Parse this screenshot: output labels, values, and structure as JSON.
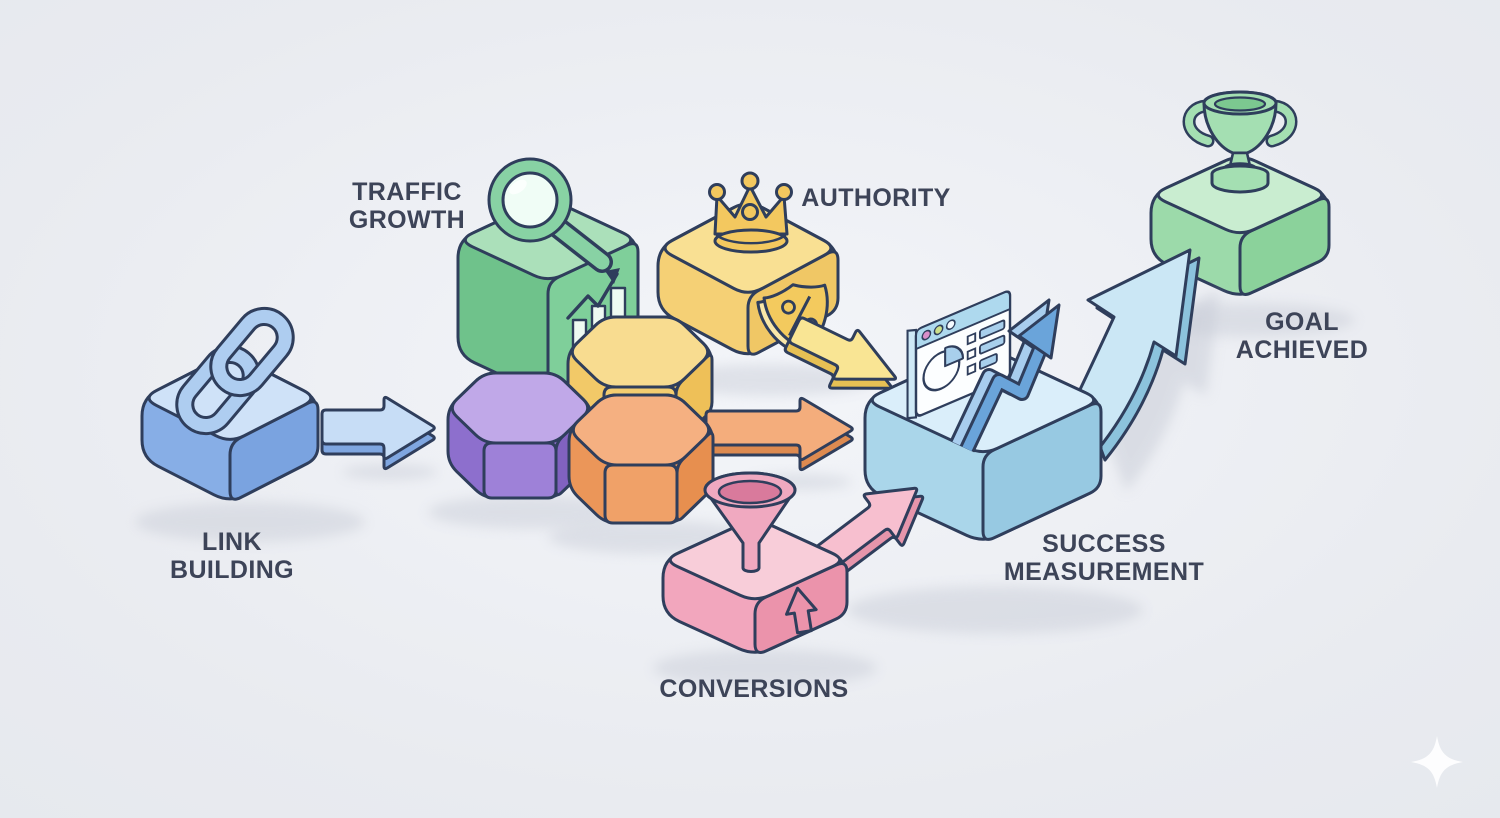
{
  "diagram": {
    "nodes": [
      {
        "id": "link-building",
        "lines": [
          "LINK",
          "BUILDING"
        ],
        "shape": "cube",
        "icons": [
          "chain-link-icon"
        ]
      },
      {
        "id": "traffic-growth",
        "lines": [
          "TRAFFIC",
          "GROWTH"
        ],
        "shape": "cube",
        "icons": [
          "magnifier-icon",
          "growth-bars-icon"
        ]
      },
      {
        "id": "authority",
        "lines": [
          "AUTHORITY"
        ],
        "shape": "cube",
        "icons": [
          "crown-icon",
          "shield-percent-icon"
        ]
      },
      {
        "id": "conversions",
        "lines": [
          "CONVERSIONS"
        ],
        "shape": "cube",
        "icons": [
          "funnel-icon",
          "up-arrow-icon"
        ]
      },
      {
        "id": "success-measurement",
        "lines": [
          "SUCCESS",
          "MEASUREMENT"
        ],
        "shape": "cube",
        "icons": [
          "browser-window-icon",
          "trend-arrow-icon"
        ]
      },
      {
        "id": "goal-achieved",
        "lines": [
          "GOAL",
          "ACHIEVED"
        ],
        "shape": "cube",
        "icons": [
          "trophy-icon"
        ]
      }
    ],
    "decorations": [
      {
        "id": "hex-purple",
        "shape": "hexagonal-prism"
      },
      {
        "id": "hex-yellow",
        "shape": "hexagonal-prism"
      },
      {
        "id": "hex-orange",
        "shape": "hexagonal-prism"
      }
    ],
    "edges": [
      {
        "id": "link-to-pipeline",
        "style": "straight-right",
        "color_key": "link_arrow"
      },
      {
        "id": "authority-to-success",
        "style": "straight-down-right",
        "color_key": "authority_arrow"
      },
      {
        "id": "pipeline-to-success",
        "style": "straight-right",
        "color_key": "hex_arrow"
      },
      {
        "id": "conversions-to-success",
        "style": "straight-up-right",
        "color_key": "conversions_arrow"
      },
      {
        "id": "success-to-goal",
        "style": "curved-up-right",
        "color_key": "success_arrow"
      }
    ],
    "watermark": "sparkle-icon",
    "palette": {
      "background": "#e9ebf0",
      "outline": "#2f3e5c",
      "label": "#3d4458",
      "shadow": "#c6cad5",
      "link_cube": {
        "top": "#cfe2f8",
        "left": "#87aee6",
        "right": "#7aa3e0"
      },
      "link_arrow": {
        "top": "#c7ddf6",
        "side": "#7fa6e0"
      },
      "chain": "#aecdf0",
      "growth_cube": {
        "top": "#abe0ba",
        "left": "#6fc28b",
        "right": "#7fcf9a"
      },
      "growth_bars": "#eefaf2",
      "magnifier": {
        "ring": "#88d2a4",
        "lens": "#f0fdf6"
      },
      "authority_cube": {
        "top": "#f9e093",
        "left": "#f5d075",
        "right": "#f0c765"
      },
      "crown": "#f3c85f",
      "shield": "#f3ca5e",
      "shield_side": "#f9e7a8",
      "authority_arrow": {
        "top": "#f9e594",
        "side": "#e6c054"
      },
      "hex_purple": {
        "top": "#c0a8e8",
        "left": "#8d6fcd",
        "front": "#9e81d8",
        "right": "#8162c0"
      },
      "hex_yellow": {
        "top": "#f8dc90",
        "left": "#f2c968",
        "front": "#f4cd70",
        "right": "#eec058"
      },
      "hex_orange": {
        "top": "#f5b081",
        "left": "#eb9659",
        "front": "#f0a168",
        "right": "#e78f4f"
      },
      "hex_arrow": {
        "top": "#f4ad7c",
        "side": "#dd8a50"
      },
      "conversions_cube": {
        "top": "#f8cdd9",
        "left": "#f2a6bd",
        "right": "#eb93ab"
      },
      "funnel": {
        "body": "#f0a9c0",
        "inner": "#d97a9c"
      },
      "conversions_arrow": {
        "top": "#f7bfcf",
        "side": "#e695ab"
      },
      "success_cube": {
        "top": "#daeefa",
        "left": "#aad6ea",
        "right": "#97c9e2"
      },
      "browser": {
        "frame": "#cfe9f6",
        "header": "#aed9ee",
        "body": "#fcfeff",
        "dot1": "#d98ec8",
        "dot2": "#cde08a",
        "dot3": "#f6fbff",
        "chart": "#a8cfec"
      },
      "trend": {
        "main": "#6aa4da",
        "side": "#a8cdee"
      },
      "success_arrow": {
        "top": "#cbe7f5",
        "side": "#8cc3dd"
      },
      "goal_cube": {
        "top": "#c9edd0",
        "left": "#9cdaaa",
        "right": "#8bd29b"
      },
      "trophy": "#a4dfb2",
      "trophy_dark": "#7cc890",
      "sparkle": "#ffffff"
    }
  }
}
